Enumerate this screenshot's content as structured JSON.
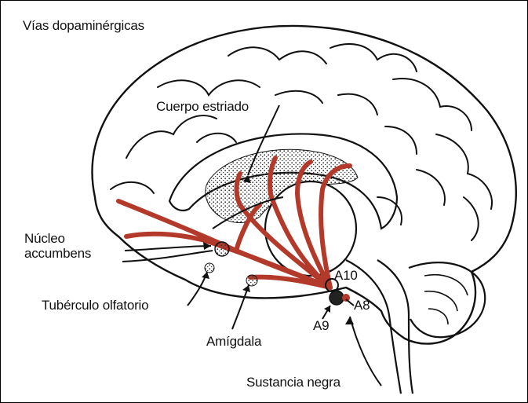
{
  "title": "Vías dopaminérgicas",
  "labels": {
    "cuerpo_estriado": "Cuerpo estriado",
    "nucleo": "Núcleo",
    "accumbens": "accumbens",
    "tuberculo_olfatorio": "Tubérculo olfatorio",
    "amigdala": "Amígdala",
    "a10": "A10",
    "a8": "A8",
    "a9": "A9",
    "sustancia_negra": "Sustancia negra"
  },
  "colors": {
    "pathway": "#b33a2a",
    "outline": "#111111",
    "stipple": "#333333"
  }
}
